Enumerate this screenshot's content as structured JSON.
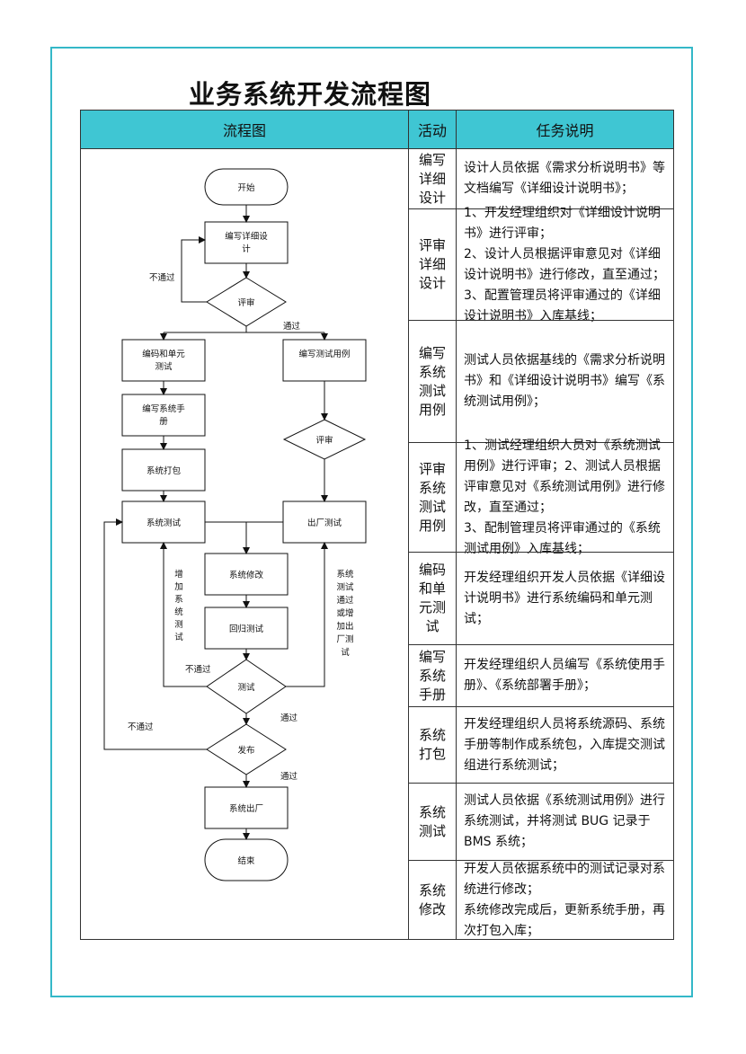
{
  "title": "业务系统开发流程图",
  "headers": {
    "flow": "流程图",
    "activity": "活动",
    "description": "任务说明"
  },
  "flowchart": {
    "start": "开始",
    "write_design": "编写详细设计",
    "review": "评审",
    "fail_1": "不通过",
    "pass_1": "通过",
    "code_unit": "编码和单元测试",
    "write_test_cases": "编写测试用例",
    "write_manual": "编写系统手册",
    "review_2": "评审",
    "package": "系统打包",
    "sys_test": "系统测试",
    "factory_test": "出厂测试",
    "sys_fix": "系统修改",
    "regression": "回归测试",
    "add_test": "增加系统测试",
    "factory_note": "系统测试通过或增加出厂测试",
    "fail_2": "不通过",
    "test": "测试",
    "pass_2": "通过",
    "fail_3": "不通过",
    "release": "发布",
    "pass_3": "通过",
    "ship": "系统出厂",
    "end": "结束"
  },
  "rows": [
    {
      "activity": "编写详细设计",
      "text": "设计人员依据《需求分析说明书》等文档编写《详细设计说明书》；"
    },
    {
      "activity": "评审详细设计",
      "items": [
        "1、开发经理组织对《详细设计说明书》进行评审；",
        "2、设计人员根据评审意见对《详细设计说明书》进行修改，直至通过；",
        "3、配置管理员将评审通过的《详细设计说明书》入库基线；"
      ]
    },
    {
      "activity": "编写系统测试用例",
      "text": "测试人员依据基线的《需求分析说明书》和《详细设计说明书》编写《系统测试用例》；"
    },
    {
      "activity": "评审系统测试用例",
      "items": [
        "1、测试经理组织人员对《系统测试用例》进行评审；2、测试人员根据评审意见对《系统测试用例》进行修改，直至通过；",
        "3、配制管理员将评审通过的《系统测试用例》入库基线；"
      ]
    },
    {
      "activity": "编码和单元测试",
      "text": "开发经理组织开发人员依据《详细设计说明书》进行系统编码和单元测试；"
    },
    {
      "activity": "编写系统手册",
      "text": "开发经理组织人员编写《系统使用手册》、《系统部署手册》；"
    },
    {
      "activity": "系统打包",
      "text": "开发经理组织人员将系统源码、系统手册等制作成系统包，入库提交测试组进行系统测试；"
    },
    {
      "activity": "系统测试",
      "text": "测试人员依据《系统测试用例》进行系统测试，并将测试 BUG 记录于 BMS 系统；"
    },
    {
      "activity": "系统修改",
      "items": [
        "开发人员依据系统中的测试记录对系统进行修改；",
        "系统修改完成后，更新系统手册，再次打包入库；"
      ]
    }
  ],
  "colors": {
    "frame": "#34b8c8",
    "header": "#3fc6d3"
  }
}
